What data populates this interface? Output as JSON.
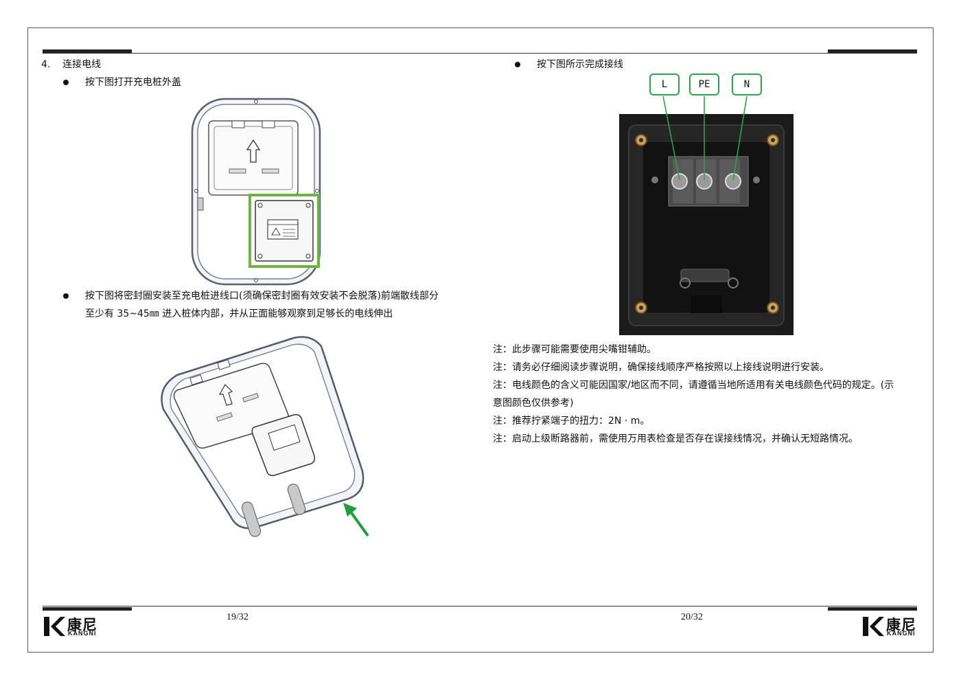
{
  "left_page": {
    "step_heading": "4.    连接电线",
    "bullet1": "按下图打开充电桩外盖",
    "bullet2_line1": "按下图将密封圈安装至充电桩进线口(须确保密封圈有效安装不会脱落)前端散线部分",
    "bullet2_line2": "至少有 35~45㎜ 进入桩体内部，并从正面能够观察到足够长的电线伸出",
    "page_number": "19/32"
  },
  "right_page": {
    "bullet1": "按下图所示完成接线",
    "terminal_labels": [
      "L",
      "PE",
      "N"
    ],
    "notes": [
      "注：此步骤可能需要使用尖嘴钳辅助。",
      "注：请务必仔细阅读步骤说明，确保接线顺序严格按照以上接线说明进行安装。",
      "注：电线颜色的含义可能因国家/地区而不同，请遵循当地所适用有关电线颜色代码的规定。(示",
      "意图颜色仅供参考)",
      "注：推荐拧紧端子的扭力：2N · m。",
      "注：启动上级断路器前，需使用万用表检查是否存在误接线情况，并确认无短路情况。"
    ],
    "page_number": "20/32"
  },
  "logo": {
    "cn": "康尼",
    "en": "KANGNI"
  },
  "colors": {
    "highlight_green": "#2aa34a",
    "arrow_green": "#1f9d3a"
  }
}
